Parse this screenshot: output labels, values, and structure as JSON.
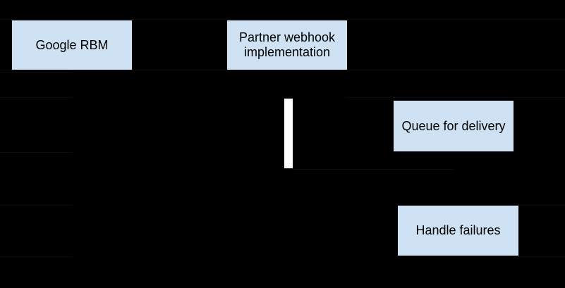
{
  "diagram": {
    "type": "sequence-diagram",
    "background_color": "#000000",
    "box_fill_color": "#cfe2f3",
    "box_text_color": "#000000",
    "activation_bar_color": "#ffffff",
    "nodes": [
      {
        "id": "google-rbm",
        "label": "Google RBM"
      },
      {
        "id": "partner-webhook",
        "label": "Partner webhook implementation"
      },
      {
        "id": "queue-for-delivery",
        "label": "Queue for delivery"
      },
      {
        "id": "handle-failures",
        "label": "Handle failures"
      }
    ]
  }
}
